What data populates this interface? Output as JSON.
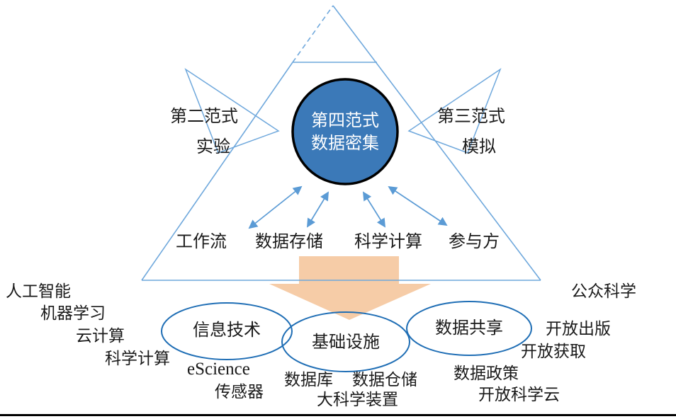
{
  "apex_circle": {
    "line1": "第四范式",
    "line2": "数据密集"
  },
  "paradigms": {
    "second": {
      "title": "第二范式",
      "subtitle": "实验"
    },
    "third": {
      "title": "第三范式",
      "subtitle": "模拟"
    }
  },
  "pillars": [
    "工作流",
    "数据存储",
    "科学计算",
    "参与方"
  ],
  "ellipses": [
    "信息技术",
    "基础设施",
    "数据共享"
  ],
  "left_terms": [
    "人工智能",
    "机器学习",
    "云计算",
    "科学计算",
    "eScience",
    "传感器"
  ],
  "bottom_terms": [
    "数据库",
    "数据仓储",
    "大科学装置"
  ],
  "right_terms": [
    "公众科学",
    "开放出版",
    "开放获取",
    "数据政策",
    "开放科学云"
  ],
  "colors": {
    "triangle_stroke": "#6fa8dc",
    "arrow_stroke": "#5b9bd5",
    "ellipse_stroke": "#1f6eb5",
    "circle_fill": "#3b79b8",
    "circle_stroke": "#000000",
    "funnel_fill": "#f6c9a2",
    "text": "#1a1a1a"
  }
}
